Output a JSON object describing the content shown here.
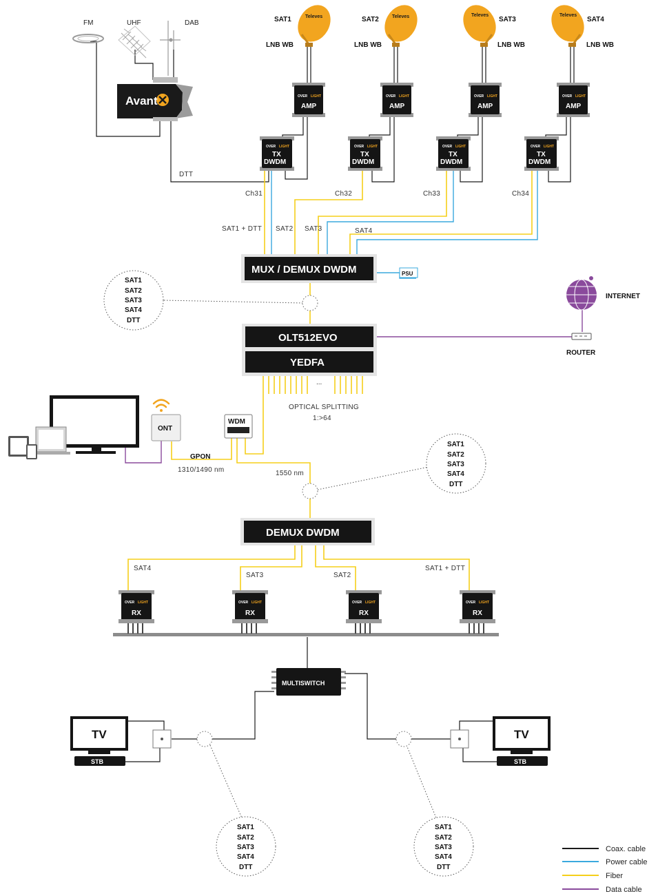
{
  "colors": {
    "coax": "#1a1a1a",
    "power": "#3aa9de",
    "fiber": "#f5cf1a",
    "data": "#8a4a9c",
    "dish": "#f2a51f"
  },
  "antennas": {
    "fm": "FM",
    "uhf": "UHF",
    "dab": "DAB"
  },
  "headend": {
    "brand": "Avant"
  },
  "dishes": [
    {
      "sat": "SAT1",
      "lnb": "LNB WB",
      "brand": "Televes"
    },
    {
      "sat": "SAT2",
      "lnb": "LNB WB",
      "brand": "Televes"
    },
    {
      "sat": "SAT3",
      "lnb": "LNB WB",
      "brand": "Televes"
    },
    {
      "sat": "SAT4",
      "lnb": "LNB WB",
      "brand": "Televes"
    }
  ],
  "device": {
    "brand_a": "OVER",
    "brand_b": "LIGHT",
    "amp": "AMP",
    "tx_line1": "TX",
    "tx_line2": "DWDM",
    "rx": "RX"
  },
  "labels": {
    "dtt": "DTT",
    "ch": [
      "Ch31",
      "Ch32",
      "Ch33",
      "Ch34"
    ],
    "mux_inputs": [
      "SAT1 + DTT",
      "SAT2",
      "SAT3",
      "SAT4"
    ],
    "psu": "PSU",
    "internet": "INTERNET",
    "router": "ROUTER",
    "optical_splitting": "OPTICAL SPLITTING",
    "ratio": "1:>64",
    "wdm": "WDM",
    "ont": "ONT",
    "gpon": "GPON",
    "gpon_nm": "1310/1490 nm",
    "nm1550": "1550 nm",
    "demux_outputs": [
      "SAT4",
      "SAT3",
      "SAT2",
      "SAT1 + DTT"
    ],
    "multiswitch": "MULTISWITCH",
    "tv": "TV",
    "stb": "STB"
  },
  "boxes": {
    "mux": "MUX / DEMUX DWDM",
    "olt": "OLT512EVO",
    "yedfa": "YEDFA",
    "demux": "DEMUX DWDM"
  },
  "signal_bubble": [
    "SAT1",
    "SAT2",
    "SAT3",
    "SAT4",
    "DTT"
  ],
  "legend": [
    {
      "label": "Coax. cable",
      "color": "#1a1a1a"
    },
    {
      "label": "Power cable",
      "color": "#3aa9de"
    },
    {
      "label": "Fiber",
      "color": "#f5cf1a"
    },
    {
      "label": "Data cable",
      "color": "#8a4a9c"
    }
  ]
}
